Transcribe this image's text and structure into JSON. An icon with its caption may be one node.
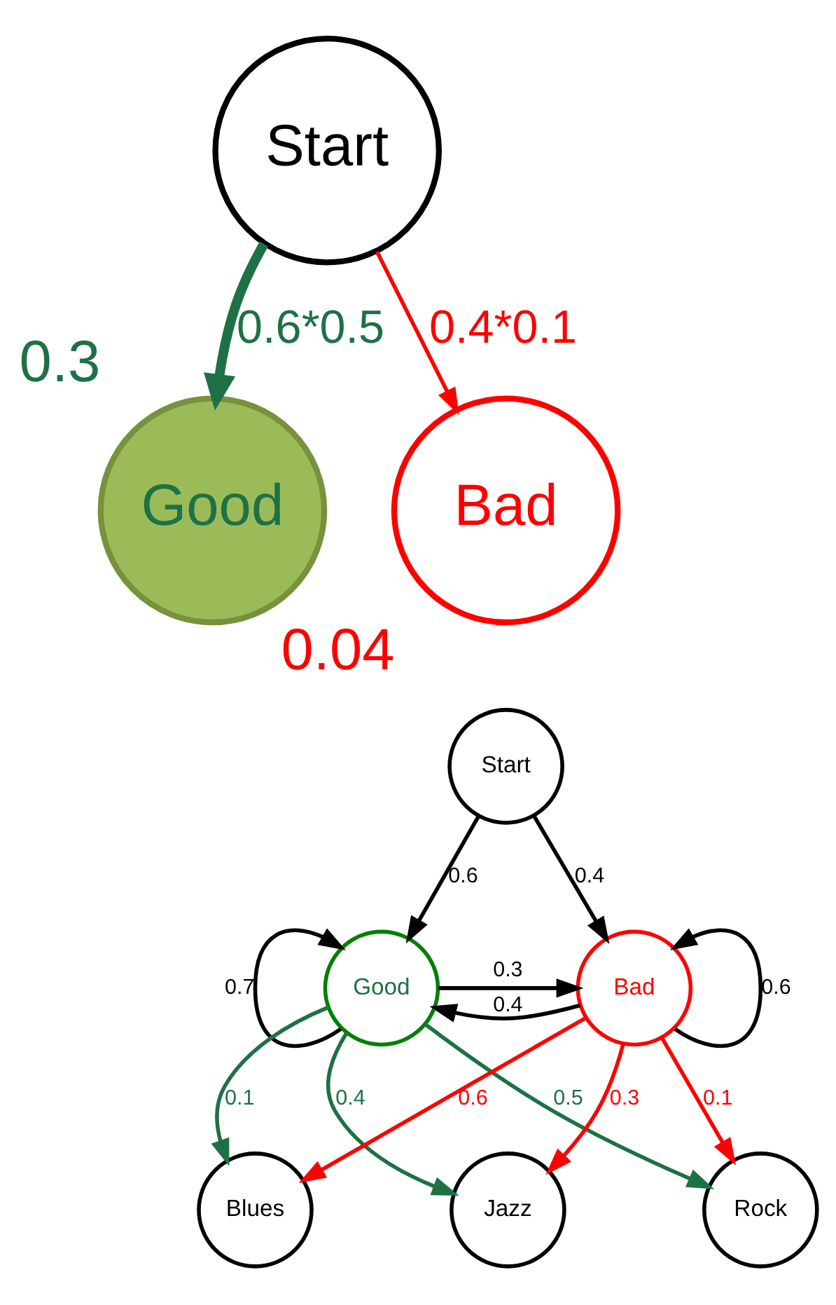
{
  "diagram": {
    "nodes": [
      {
        "text": [
          "Start"
        ]
      },
      {
        "text": [
          "Good"
        ],
        "beside": [
          "0.3"
        ]
      },
      {
        "text": [
          "Bad"
        ],
        "beside": [
          "0.04"
        ]
      },
      {
        "text": [
          "Start"
        ]
      },
      {
        "text": [
          "Good"
        ]
      },
      {
        "text": [
          "Bad"
        ]
      },
      {
        "text": [
          "Blues"
        ]
      },
      {
        "text": [
          "Jazz"
        ]
      },
      {
        "text": [
          "Rock"
        ]
      }
    ],
    "edges": [
      {
        "from": 0,
        "to": 1,
        "arrow": "to",
        "label": "0.6*0.5",
        "style": "thick",
        "color": "#1e7145"
      },
      {
        "from": 0,
        "to": 2,
        "arrow": "to",
        "label": "0.4*0.1",
        "color": "#ff0000"
      },
      {
        "from": 3,
        "to": 4,
        "arrow": "to",
        "label": "0.6"
      },
      {
        "from": 3,
        "to": 5,
        "arrow": "to",
        "label": "0.4"
      },
      {
        "from": 4,
        "to": 4,
        "arrow": "to",
        "label": "0.7"
      },
      {
        "from": 4,
        "to": 5,
        "arrow": "to",
        "label": "0.3"
      },
      {
        "from": 5,
        "to": 4,
        "arrow": "to",
        "label": "0.4"
      },
      {
        "from": 5,
        "to": 5,
        "arrow": "to",
        "label": "0.6"
      },
      {
        "from": 4,
        "to": 6,
        "arrow": "to",
        "label": "0.1",
        "color": "#1e7145"
      },
      {
        "from": 4,
        "to": 7,
        "arrow": "to",
        "label": "0.4",
        "color": "#1e7145"
      },
      {
        "from": 4,
        "to": 8,
        "arrow": "to",
        "label": "0.5",
        "color": "#1e7145"
      },
      {
        "from": 5,
        "to": 6,
        "arrow": "to",
        "label": "0.6",
        "color": "#ff0000"
      },
      {
        "from": 5,
        "to": 7,
        "arrow": "to",
        "label": "0.3",
        "color": "#ff0000"
      },
      {
        "from": 5,
        "to": 8,
        "arrow": "to",
        "label": "0.1",
        "color": "#ff0000"
      }
    ]
  }
}
